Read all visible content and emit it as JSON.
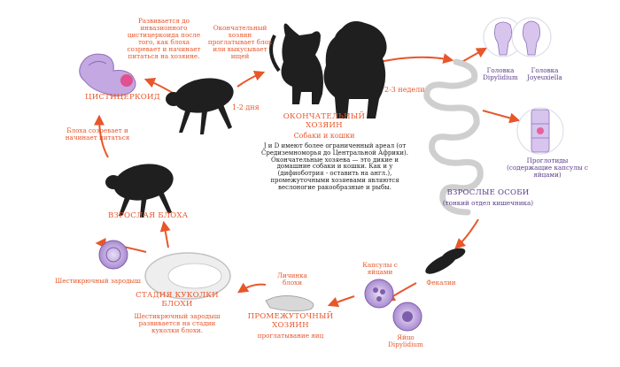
{
  "colors": {
    "arrow": "#e8562a",
    "stage_label": "#e8562a",
    "purple_label": "#5b3d8a",
    "body_text": "#222222",
    "silhouette": "#1f1f1f",
    "cyst": "#b79bd6",
    "worm": "#cfcfcf"
  },
  "definitive_host": {
    "intro": "Окончательный хозяин проглатывает блох или выкусывает ищей",
    "title_line1": "ОКОНЧАТЕЛЬНЫЙ",
    "title_line2": "ХОЗЯИН",
    "subtitle": "Собаки и кошки",
    "note": "J и D имеют более ограниченный ареал (от Средиземноморья до Центральной Африки). Окончательные хозяева — это дикие и домашние собаки и кошки. Как и у (дифиоботрия - оставить на англ.), промежуточными хозяевами являются веслоногие ракообразные и рыбы."
  },
  "timings": {
    "one_two_days": "1-2 дня",
    "two_three_weeks": "2-3 недели"
  },
  "cysticercoid": {
    "description": "Развивается до инвазионного цистицеркоида после того, как блоха созревает и начинает питаться на хозяине.",
    "title": "ЦИСТИЦЕРКОИД"
  },
  "flea_matures": "Блоха созревает и начинает питаться",
  "adult_flea": "ВЗРОСЛАЯ БЛОХА",
  "hexacanth_embryo": "Шестикрючный зародыш",
  "pupa_stage": {
    "title_line1": "СТАДИЯ КУКОЛКИ",
    "title_line2": "БЛОХИ",
    "description": "Шестикрючный зародыш развивается на стадии куколки блохи."
  },
  "intermediate_host": {
    "larva_label": "Личинка блохи",
    "title_line1": "ПРОМЕЖУТОЧНЫЙ",
    "title_line2": "ХОЗЯИН",
    "subtitle": "проглатывание яиц"
  },
  "egg_capsules": "Капсулы с яйцами",
  "egg_dipylidium": "Яйцо Dipylidium",
  "feces": "Фекалии",
  "adults": {
    "title": "ВЗРОСЛЫЕ ОСОБИ",
    "subtitle": "(тонкий отдел кишечника)"
  },
  "scolex": {
    "dipylidium": "Головка Dipylidium",
    "joyeuxiella": "Головка Joyeuxiella"
  },
  "proglottids": "Проглотиды (содержащие капсулы с яйцами)"
}
